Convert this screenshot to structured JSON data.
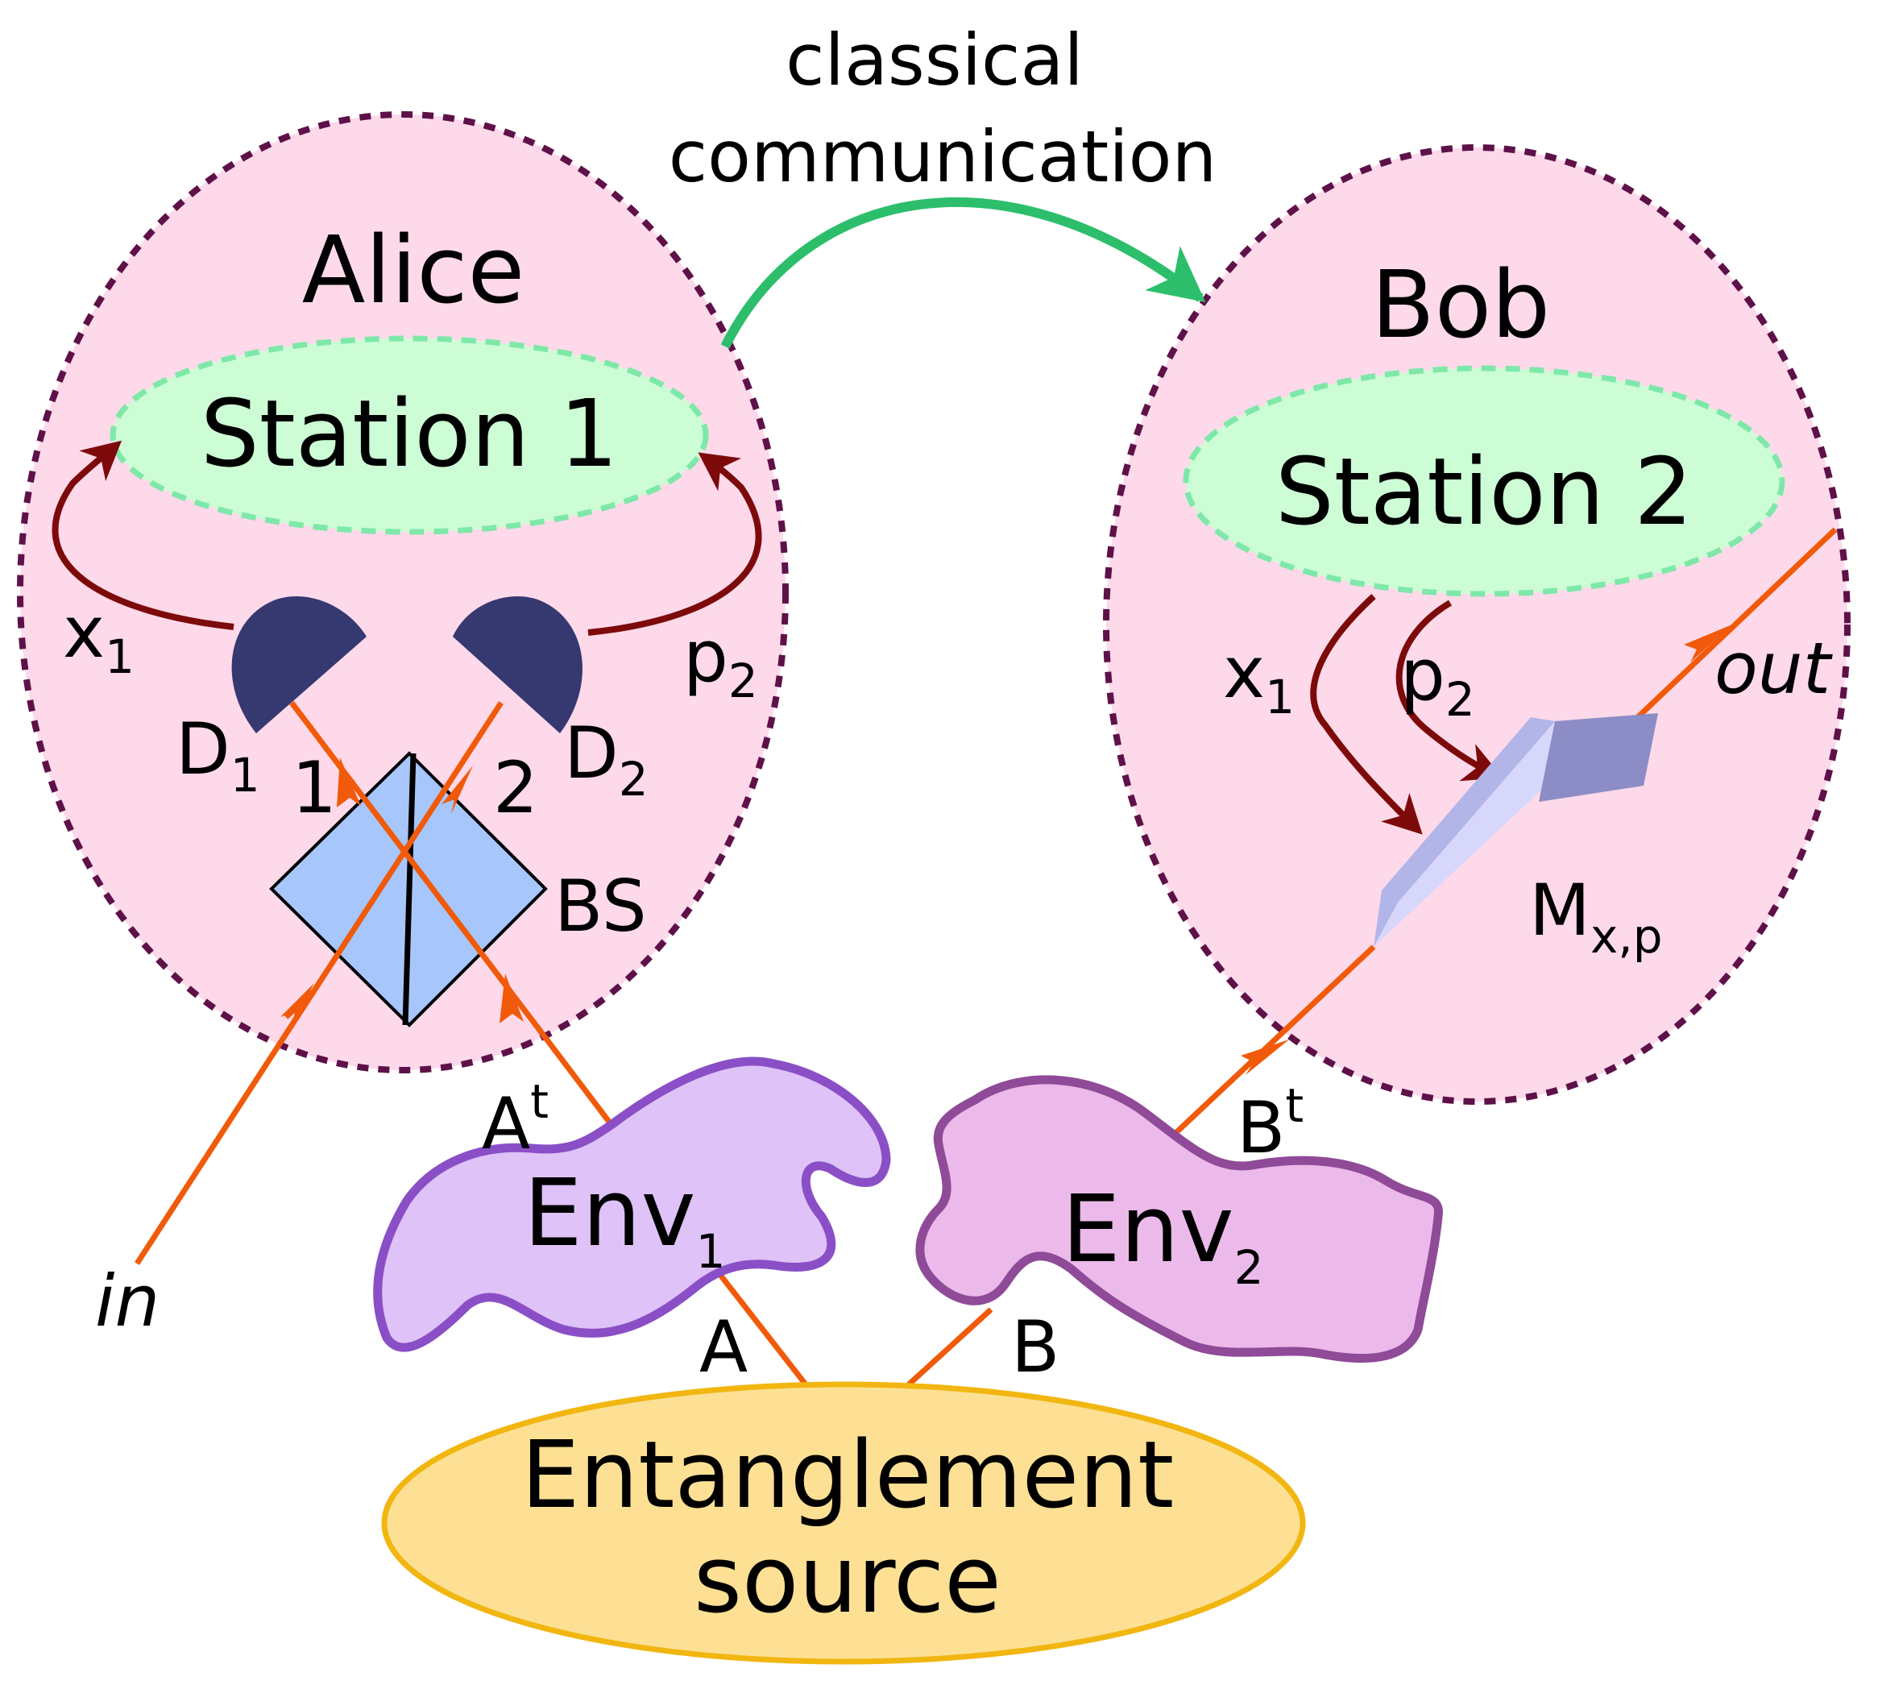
{
  "top_label": {
    "line1": "classical",
    "line2": "communication"
  },
  "alice": {
    "title": "Alice",
    "station": "Station 1"
  },
  "bob": {
    "title": "Bob",
    "station": "Station 2"
  },
  "detectors": {
    "d1": {
      "base": "D",
      "sub": "1"
    },
    "d2": {
      "base": "D",
      "sub": "2"
    }
  },
  "ports": {
    "p1": "1",
    "p2": "2"
  },
  "beamsplitter": "BS",
  "alice_outcomes": {
    "x": {
      "base": "x",
      "sub": "1"
    },
    "p": {
      "base": "p",
      "sub": "2"
    }
  },
  "bob_inputs": {
    "x": {
      "base": "x",
      "sub": "1"
    },
    "p": {
      "base": "p",
      "sub": "2"
    }
  },
  "modulator": {
    "base": "M",
    "sub": "x,p"
  },
  "in_label": "in",
  "out_label": "out",
  "env1": {
    "base": "Env",
    "sub": "1"
  },
  "env2": {
    "base": "Env",
    "sub": "2"
  },
  "modes": {
    "at": {
      "base": "A",
      "sup": "t"
    },
    "bt": {
      "base": "B",
      "sup": "t"
    },
    "a": "A",
    "b": "B"
  },
  "source": {
    "line1": "Entanglement",
    "line2": "source"
  },
  "colors": {
    "party_fill": "#fdd9ea",
    "party_border": "#5e1148",
    "station_fill": "#ccfdd5",
    "station_border": "#7ee8a8",
    "beam": "#f05a0a",
    "outcome_arrow": "#7d0a0a",
    "classical_arrow": "#2dbe6c",
    "detector": "#363870",
    "bs_fill": "#a7c6fc",
    "env1_fill": "#dec2f8",
    "env1_border": "#8a4fc6",
    "env2_fill": "#ecbaea",
    "env2_border": "#8f4a98",
    "source_fill": "#fde094",
    "source_border": "#f2b611"
  }
}
